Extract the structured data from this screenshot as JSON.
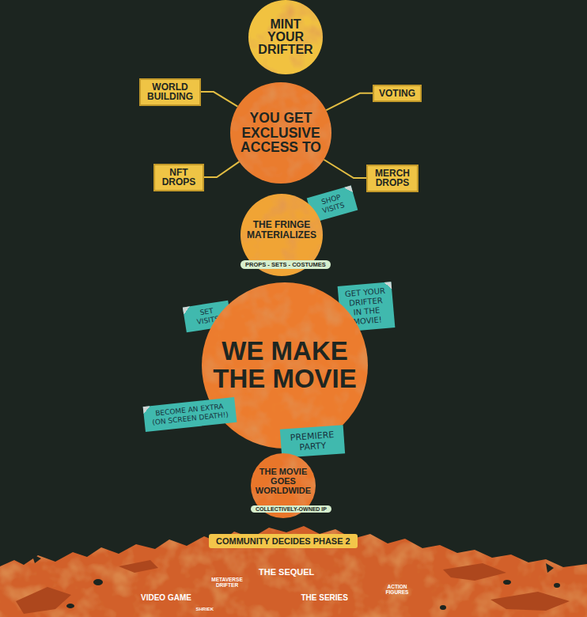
{
  "diagram": {
    "nodes": [
      {
        "text": [
          "MINT YOUR DRIFTER"
        ]
      },
      {
        "text": [
          "WORLD BUILDING"
        ]
      },
      {
        "text": [
          "VOTING"
        ]
      },
      {
        "text": [
          "YOU GET EXCLUSIVE ACCESS TO"
        ]
      },
      {
        "text": [
          "NFT DROPS"
        ]
      },
      {
        "text": [
          "MERCH DROPS"
        ]
      },
      {
        "text": [
          "SHOP VISITS"
        ]
      },
      {
        "text": [
          "THE FRINGE MATERIALIZES",
          "PROPS - SETS - COSTUMES"
        ]
      },
      {
        "text": [
          "SET VISITS"
        ]
      },
      {
        "text": [
          "GET YOUR DRIFTER IN THE MOVIE!"
        ]
      },
      {
        "text": [
          "WE MAKE THE MOVIE"
        ]
      },
      {
        "text": [
          "BECOME AN EXTRA (ON SCREEN DEATH!)"
        ]
      },
      {
        "text": [
          "PREMIERE PARTY"
        ]
      },
      {
        "text": [
          "THE MOVIE GOES WORLDWIDE",
          "COLLECTIVELY-OWNED IP"
        ]
      },
      {
        "text": [
          "COMMUNITY DECIDES PHASE 2"
        ]
      }
    ],
    "edges": [
      {
        "from": 3,
        "to": 1,
        "arrow": "none"
      },
      {
        "from": 3,
        "to": 2,
        "arrow": "none"
      },
      {
        "from": 3,
        "to": 4,
        "arrow": "none"
      },
      {
        "from": 3,
        "to": 5,
        "arrow": "none"
      }
    ],
    "labels": [
      "THE SEQUEL",
      "METAVERSE DRIFTER",
      "VIDEO GAME",
      "THE SERIES",
      "ACTION FIGURES",
      "SHRIEK"
    ]
  }
}
